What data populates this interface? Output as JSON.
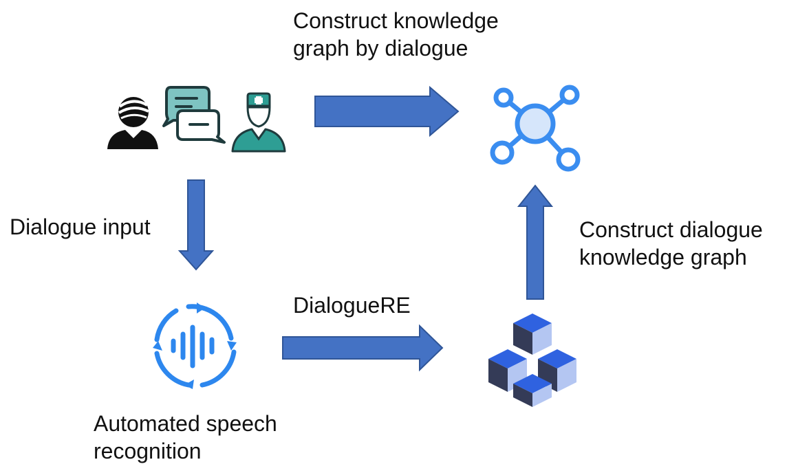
{
  "labels": {
    "construct_kg_by_dialogue": [
      "Construct  knowledge",
      "graph by dialogue"
    ],
    "dialogue_input": "Dialogue input",
    "dialogue_re": "DialogueRE",
    "construct_dialogue_kg": [
      "Construct dialogue",
      "knowledge graph"
    ],
    "asr": [
      "Automated speech",
      "recognition"
    ]
  },
  "icons": {
    "patient": "patient-icon",
    "chat": "chat-bubbles-icon",
    "doctor": "doctor-icon",
    "knowledge_graph": "network-graph-icon",
    "speech": "speech-recognition-icon",
    "cubes": "cubes-icon"
  },
  "colors": {
    "arrow_fill": "#4472C4",
    "arrow_stroke": "#2F5597",
    "teal": "#2E9E94",
    "graph_blue": "#3A8DF0",
    "graph_light": "#D6E6FB",
    "speech_blue": "#2D87EE",
    "cube_dark": "#343B57",
    "cube_blue": "#2F62E0",
    "cube_light": "#B4C6F2"
  }
}
